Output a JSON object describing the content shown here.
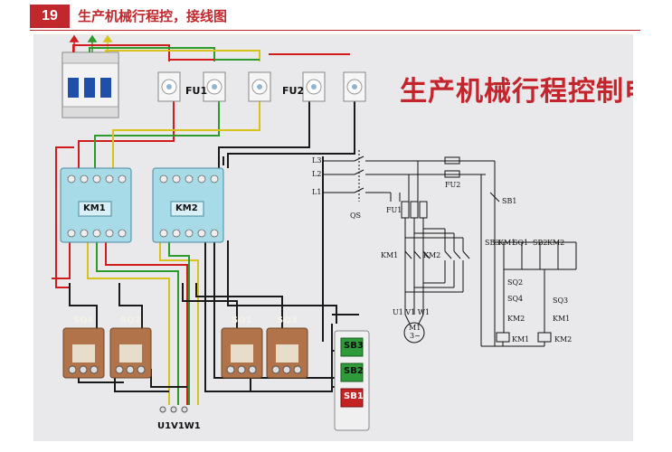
{
  "header": {
    "number": "19",
    "title": "生产机械行程控，接线图"
  },
  "diagram": {
    "title": "生产机械行程控制电路",
    "wiring": {
      "fuse_labels": [
        "FU1",
        "FU2"
      ],
      "contactor_labels": [
        "KM1",
        "KM2"
      ],
      "limit_switch_labels": [
        "SQ4",
        "SQ2",
        "SQ1",
        "SQ3"
      ],
      "button_labels": [
        "SB3",
        "SB2",
        "SB1"
      ],
      "terminal_label": "U1V1W1"
    },
    "schematic": {
      "line_labels": [
        "L3",
        "L2",
        "L1"
      ],
      "qs": "QS",
      "fu1": "FU1",
      "fu2": "FU2",
      "km1_main": "KM1",
      "km2_main": "KM2",
      "motor_terminals": "U1 V1  W1",
      "motor": "M1",
      "motor_phase": "3~",
      "control_labels": {
        "sb1": "SB1",
        "sb3": "SB3",
        "km1_a": "KM1",
        "sq1": "SQ1",
        "sb2": "SB2",
        "km2_a": "KM2",
        "sq2": "SQ2",
        "sq4": "SQ4",
        "sq3": "SQ3",
        "km2_b": "KM2",
        "km1_b": "KM1",
        "coil_km1": "KM1",
        "coil_km2": "KM2"
      }
    }
  },
  "colors": {
    "accent": "#c0282e",
    "background": "#e9e9eb",
    "contactor": "#a8dbe8",
    "limit_switch": "#b0734a",
    "wire_red": "#d01c1c",
    "wire_green": "#2d9a2d",
    "wire_yellow": "#d8c21c",
    "wire_black": "#1a1a1a"
  }
}
